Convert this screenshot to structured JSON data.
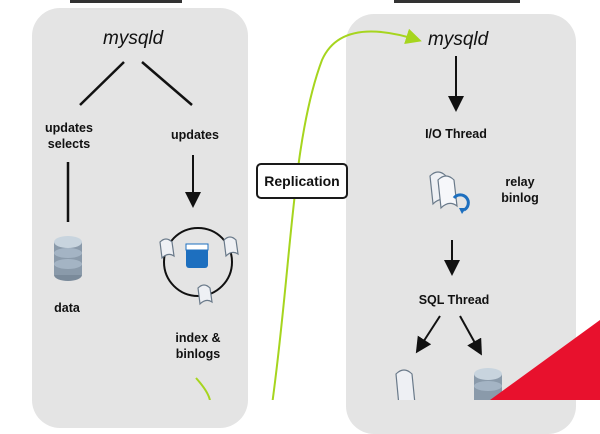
{
  "left": {
    "title": "mysqld",
    "left_branch_label": "updates\nselects",
    "right_branch_label": "updates",
    "data_label": "data",
    "binlog_label": "index &\nbinlogs"
  },
  "center": {
    "replication_label": "Replication"
  },
  "right": {
    "title": "mysqld",
    "io_thread_label": "I/O Thread",
    "relay_label": "relay\nbinlog",
    "sql_thread_label": "SQL Thread"
  },
  "colors": {
    "panel": "#e4e4e4",
    "arrow": "#111111",
    "replication_curve": "#a6d51e",
    "database": "#8a9aaa",
    "accent_red": "#e8112d"
  }
}
